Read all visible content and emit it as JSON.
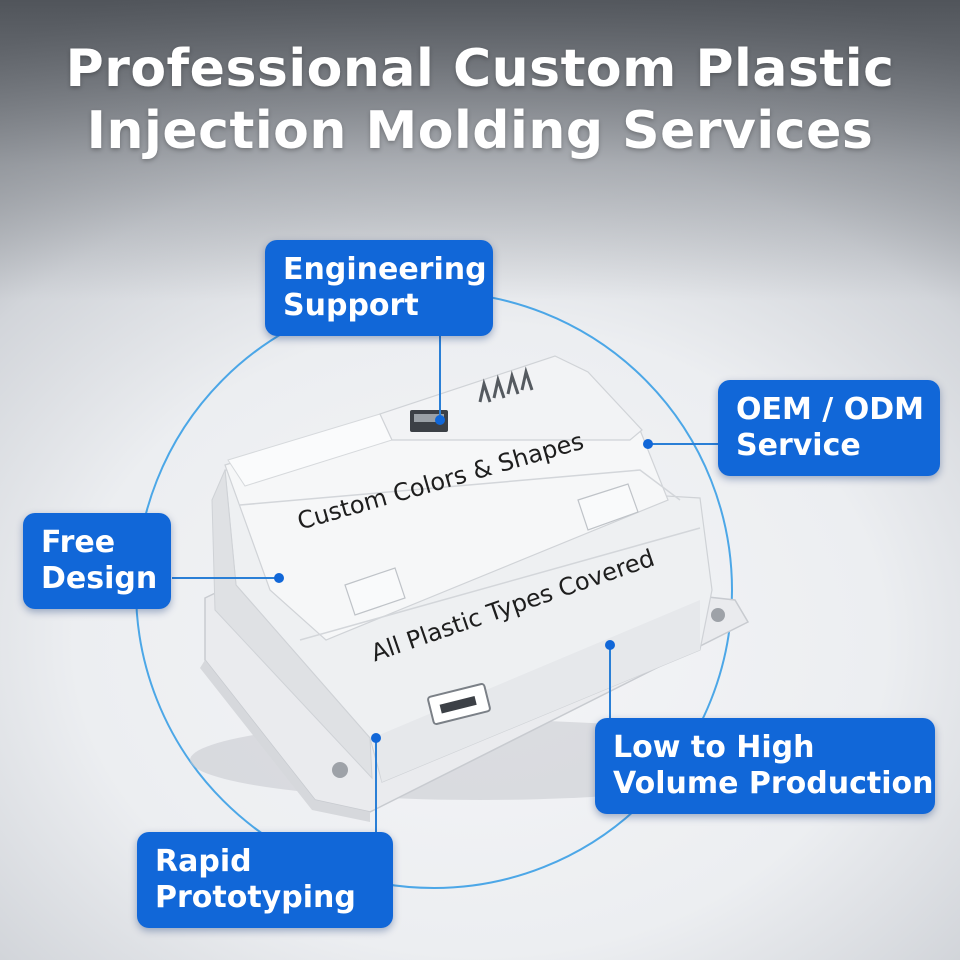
{
  "headline": {
    "line1": "Professional Custom Plastic",
    "line2": "Injection Molding Services"
  },
  "callouts": {
    "engineering": {
      "line1": "Engineering",
      "line2": "Support"
    },
    "oem": {
      "line1": "OEM / ODM",
      "line2": "Service"
    },
    "free_design": {
      "line1": "Free",
      "line2": "Design"
    },
    "volume": {
      "line1": "Low to High",
      "line2": "Volume Production"
    },
    "prototyping": {
      "line1": "Rapid",
      "line2": "Prototyping"
    }
  },
  "device_labels": {
    "colors": "Custom Colors & Shapes",
    "types": "All Plastic Types Covered"
  },
  "colors": {
    "accent": "#1167d8",
    "ring": "#3a9ee6",
    "plastic": "#f3f4f6"
  }
}
